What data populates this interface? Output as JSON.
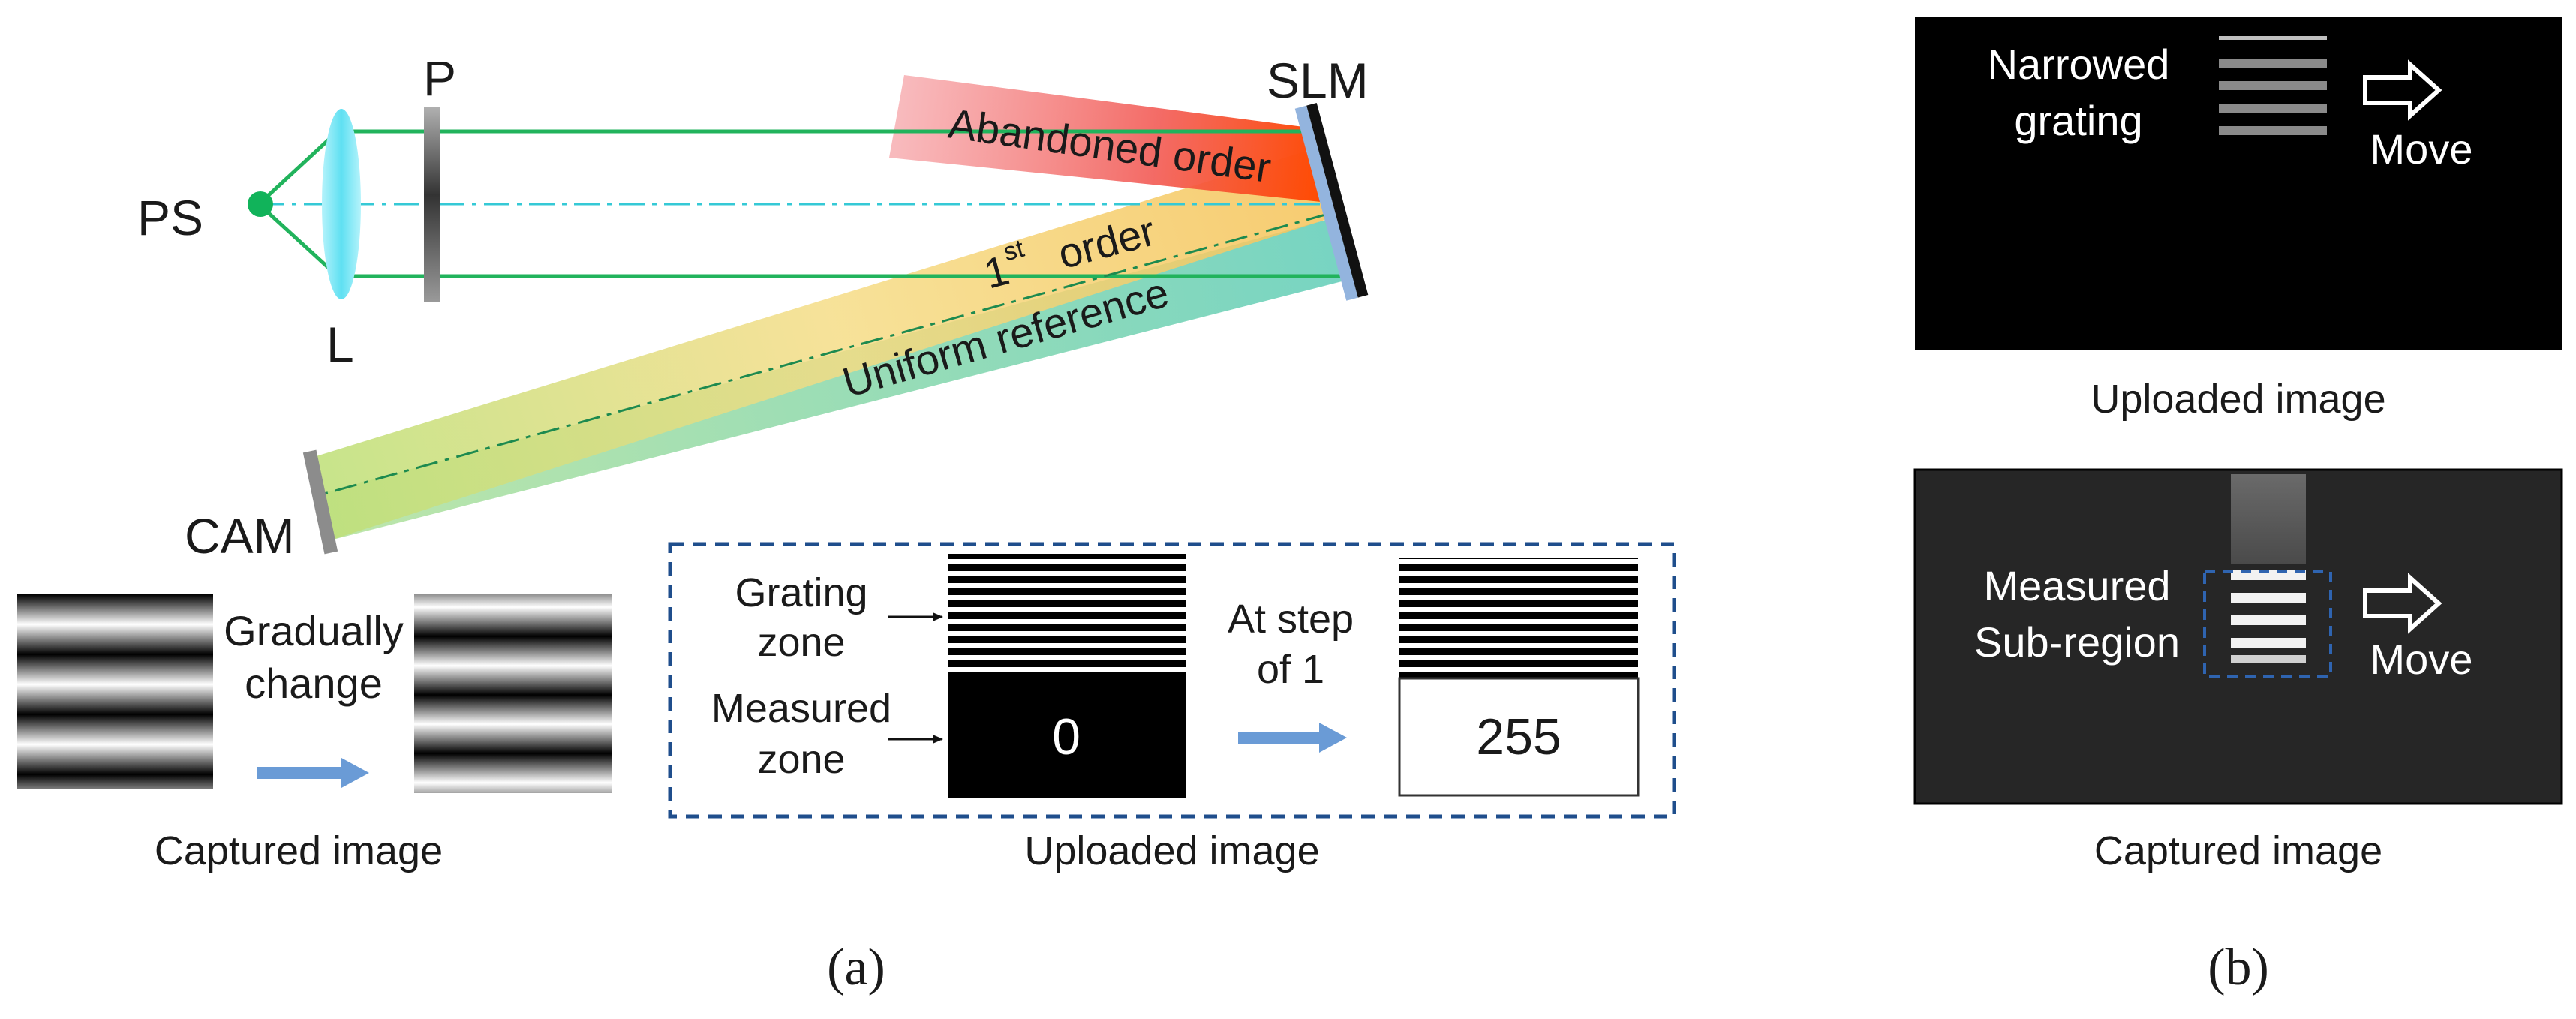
{
  "panel_a": {
    "labels": {
      "ps": "PS",
      "lens": "L",
      "polarizer": "P",
      "slm": "SLM",
      "cam": "CAM",
      "abandoned_order": "Abandoned order",
      "first_order_num": "1",
      "first_order_sup": "st",
      "first_order_word": "order",
      "uniform_reference": "Uniform reference"
    },
    "captured_row": {
      "middle_line1": "Gradually",
      "middle_line2": "change",
      "caption": "Captured image"
    },
    "uploaded_box": {
      "grating_zone_line1": "Grating",
      "grating_zone_line2": "zone",
      "measured_zone_line1": "Measured",
      "measured_zone_line2": "zone",
      "start_value": "0",
      "step_line1": "At step",
      "step_line2": "of 1",
      "end_value": "255",
      "caption": "Uploaded image"
    },
    "panel_label": "(a)"
  },
  "panel_b": {
    "uploaded": {
      "label_line1": "Narrowed",
      "label_line2": "grating",
      "move": "Move",
      "caption": "Uploaded image"
    },
    "captured": {
      "label_line1": "Measured",
      "label_line2": "Sub-region",
      "move": "Move",
      "caption": "Captured image"
    },
    "panel_label": "(b)"
  },
  "colors": {
    "beam_green": "#21b35c",
    "abandoned_red": "#f4747a",
    "first_order_yellow": "#f5d978",
    "reference_teal": "#7fd6b6",
    "arrow_blue": "#6a9bd6",
    "dashed_box": "#1f4e8c",
    "lens": "#6fe3f0",
    "slm_face": "#93b4de"
  }
}
